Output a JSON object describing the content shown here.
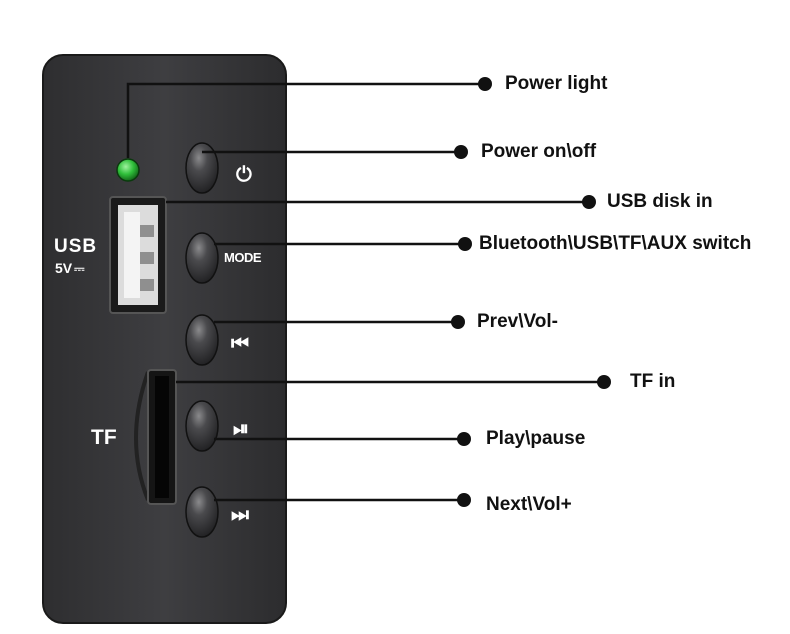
{
  "panel": {
    "usb_label": "USB",
    "usb_spec": "5V",
    "tf_label": "TF",
    "mode_label": "MODE",
    "colors": {
      "body": "#3a3a3c",
      "button": "#2b2b2d",
      "led": "#2fbf3a",
      "line": "#111111"
    }
  },
  "callouts": [
    {
      "id": "power-light",
      "text": "Power light"
    },
    {
      "id": "power-switch",
      "text": "Power on\\off"
    },
    {
      "id": "usb-disk",
      "text": "USB disk in"
    },
    {
      "id": "mode-switch",
      "text": "Bluetooth\\USB\\TF\\AUX switch"
    },
    {
      "id": "prev-vol",
      "text": "Prev\\Vol-"
    },
    {
      "id": "tf-in",
      "text": "TF in"
    },
    {
      "id": "play-pause",
      "text": "Play\\pause"
    },
    {
      "id": "next-vol",
      "text": "Next\\Vol+"
    }
  ],
  "buttons": [
    {
      "id": "power",
      "icon": "power-icon",
      "glyph": "⏻"
    },
    {
      "id": "mode",
      "icon": "mode-text"
    },
    {
      "id": "prev",
      "icon": "previous-icon",
      "glyph": "⏮"
    },
    {
      "id": "play",
      "icon": "play-pause-icon",
      "glyph": "⏯"
    },
    {
      "id": "next",
      "icon": "next-icon",
      "glyph": "⏭"
    }
  ]
}
